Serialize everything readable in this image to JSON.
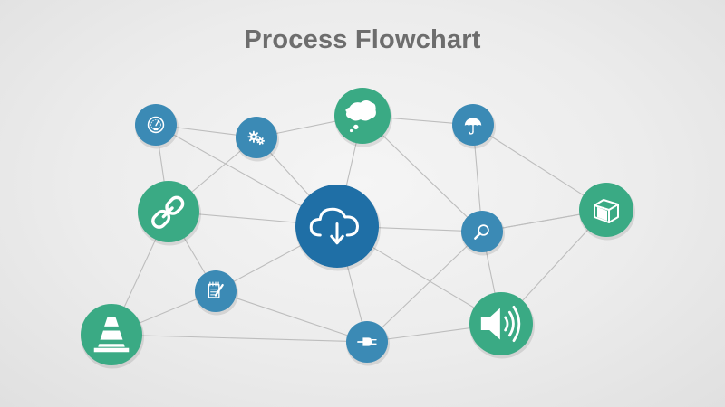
{
  "title": "Process Flowchart",
  "colors": {
    "background": "#ececec",
    "title": "#6d6d6d",
    "edge": "#bdbdbd",
    "blue": "#3b8ab5",
    "green": "#3aaa84",
    "dark_blue": "#1f6fa6"
  },
  "nodes": [
    {
      "id": "gauge",
      "icon": "gauge-icon",
      "color": "blue"
    },
    {
      "id": "gears",
      "icon": "gears-icon",
      "color": "blue"
    },
    {
      "id": "chat",
      "icon": "chat-bubble-icon",
      "color": "green"
    },
    {
      "id": "umbrella",
      "icon": "umbrella-icon",
      "color": "blue"
    },
    {
      "id": "link",
      "icon": "chain-link-icon",
      "color": "green"
    },
    {
      "id": "cloud",
      "icon": "cloud-download-icon",
      "color": "dark_blue"
    },
    {
      "id": "search",
      "icon": "magnifier-icon",
      "color": "blue"
    },
    {
      "id": "box",
      "icon": "box-icon",
      "color": "green"
    },
    {
      "id": "notepad",
      "icon": "notepad-pencil-icon",
      "color": "blue"
    },
    {
      "id": "cone",
      "icon": "traffic-cone-icon",
      "color": "green"
    },
    {
      "id": "plug",
      "icon": "plug-icon",
      "color": "blue"
    },
    {
      "id": "speaker",
      "icon": "speaker-icon",
      "color": "green"
    }
  ],
  "edges": [
    [
      "gauge",
      "link"
    ],
    [
      "gauge",
      "gears"
    ],
    [
      "gauge",
      "cloud"
    ],
    [
      "gears",
      "link"
    ],
    [
      "gears",
      "chat"
    ],
    [
      "gears",
      "cloud"
    ],
    [
      "chat",
      "umbrella"
    ],
    [
      "chat",
      "cloud"
    ],
    [
      "chat",
      "search"
    ],
    [
      "umbrella",
      "search"
    ],
    [
      "umbrella",
      "box"
    ],
    [
      "link",
      "cloud"
    ],
    [
      "link",
      "notepad"
    ],
    [
      "link",
      "cone"
    ],
    [
      "cloud",
      "search"
    ],
    [
      "cloud",
      "notepad"
    ],
    [
      "cloud",
      "plug"
    ],
    [
      "cloud",
      "speaker"
    ],
    [
      "search",
      "box"
    ],
    [
      "search",
      "plug"
    ],
    [
      "search",
      "speaker"
    ],
    [
      "box",
      "speaker"
    ],
    [
      "box",
      "search"
    ],
    [
      "notepad",
      "cone"
    ],
    [
      "notepad",
      "plug"
    ],
    [
      "cone",
      "plug"
    ],
    [
      "plug",
      "speaker"
    ]
  ]
}
